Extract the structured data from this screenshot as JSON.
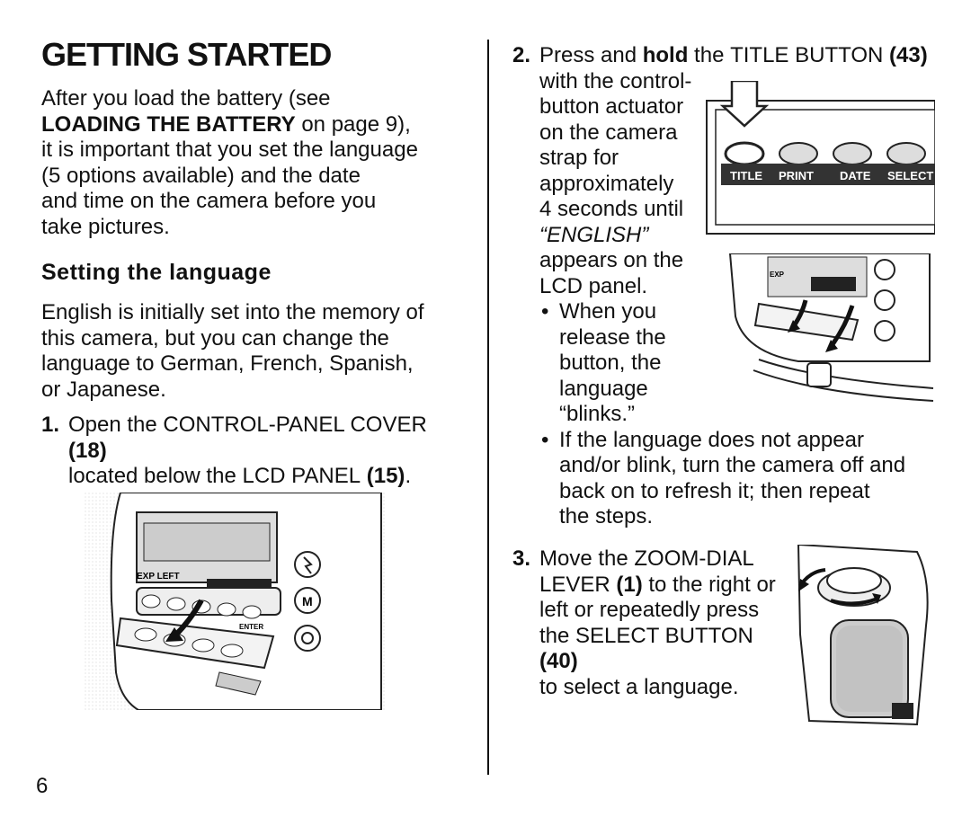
{
  "title": "GETTING STARTED",
  "intro": {
    "t1": "After you load the battery (see",
    "t2_bold": "LOADING THE BATTERY",
    "t2_rest": " on page 9),",
    "t3": "it is important that you set the language",
    "t4": "(5 options available) and the date",
    "t5": "and time on the camera before you",
    "t6": "take pictures."
  },
  "subheading": "Setting the language",
  "english_para": {
    "l1": "English is initially set into the memory of",
    "l2": "this camera, but you can change the",
    "l3": "language to German, French, Spanish,",
    "l4": "or Japanese."
  },
  "step1": {
    "num": "1.",
    "a": "Open the ",
    "sc1": "CONTROL-PANEL COVER",
    "ref1": " (18)",
    "b": "located below the ",
    "sc2": "LCD PANEL",
    "ref2": " (15)",
    "end": "."
  },
  "step2": {
    "num": "2.",
    "a": "Press and ",
    "hold": "hold",
    "b": " the ",
    "sc1": "TITLE BUTTON",
    "ref1": " (43)",
    "l2": "with the control-",
    "l3": "button actuator",
    "l4": "on the camera",
    "l5": "strap for",
    "l6": "approximately",
    "l7": "4 seconds until",
    "l8": "“ENGLISH”",
    "l9": "appears on the",
    "l10_sc": "LCD",
    "l10": " panel.",
    "bullet": "•",
    "b1_l1": "When you",
    "b1_l2": "release the",
    "b1_l3": "button, the",
    "b1_l4": "language",
    "b1_l5": "“blinks.”",
    "b2_l1": "If the language does not appear",
    "b2_l2": "and/or blink, turn the camera off and",
    "b2_l3": "back on to refresh it; then repeat",
    "b2_l4": "the steps."
  },
  "step3": {
    "num": "3.",
    "a": "Move the ",
    "sc1": "ZOOM-DIAL",
    "sc2": "LEVER",
    "ref1": " (1)",
    "b": " to the right or",
    "l3": "left or repeatedly press",
    "c": "the ",
    "sc3": "SELECT BUTTON",
    "ref2": " (40)",
    "l5": "to select a language."
  },
  "panel_buttons": [
    "TITLE",
    "PRINT",
    "DATE",
    "SELECT"
  ],
  "camera_labels": {
    "exp_left": "EXP LEFT",
    "enter": "ENTER",
    "m": "M",
    "exp": "EXP"
  },
  "page_number": "6"
}
